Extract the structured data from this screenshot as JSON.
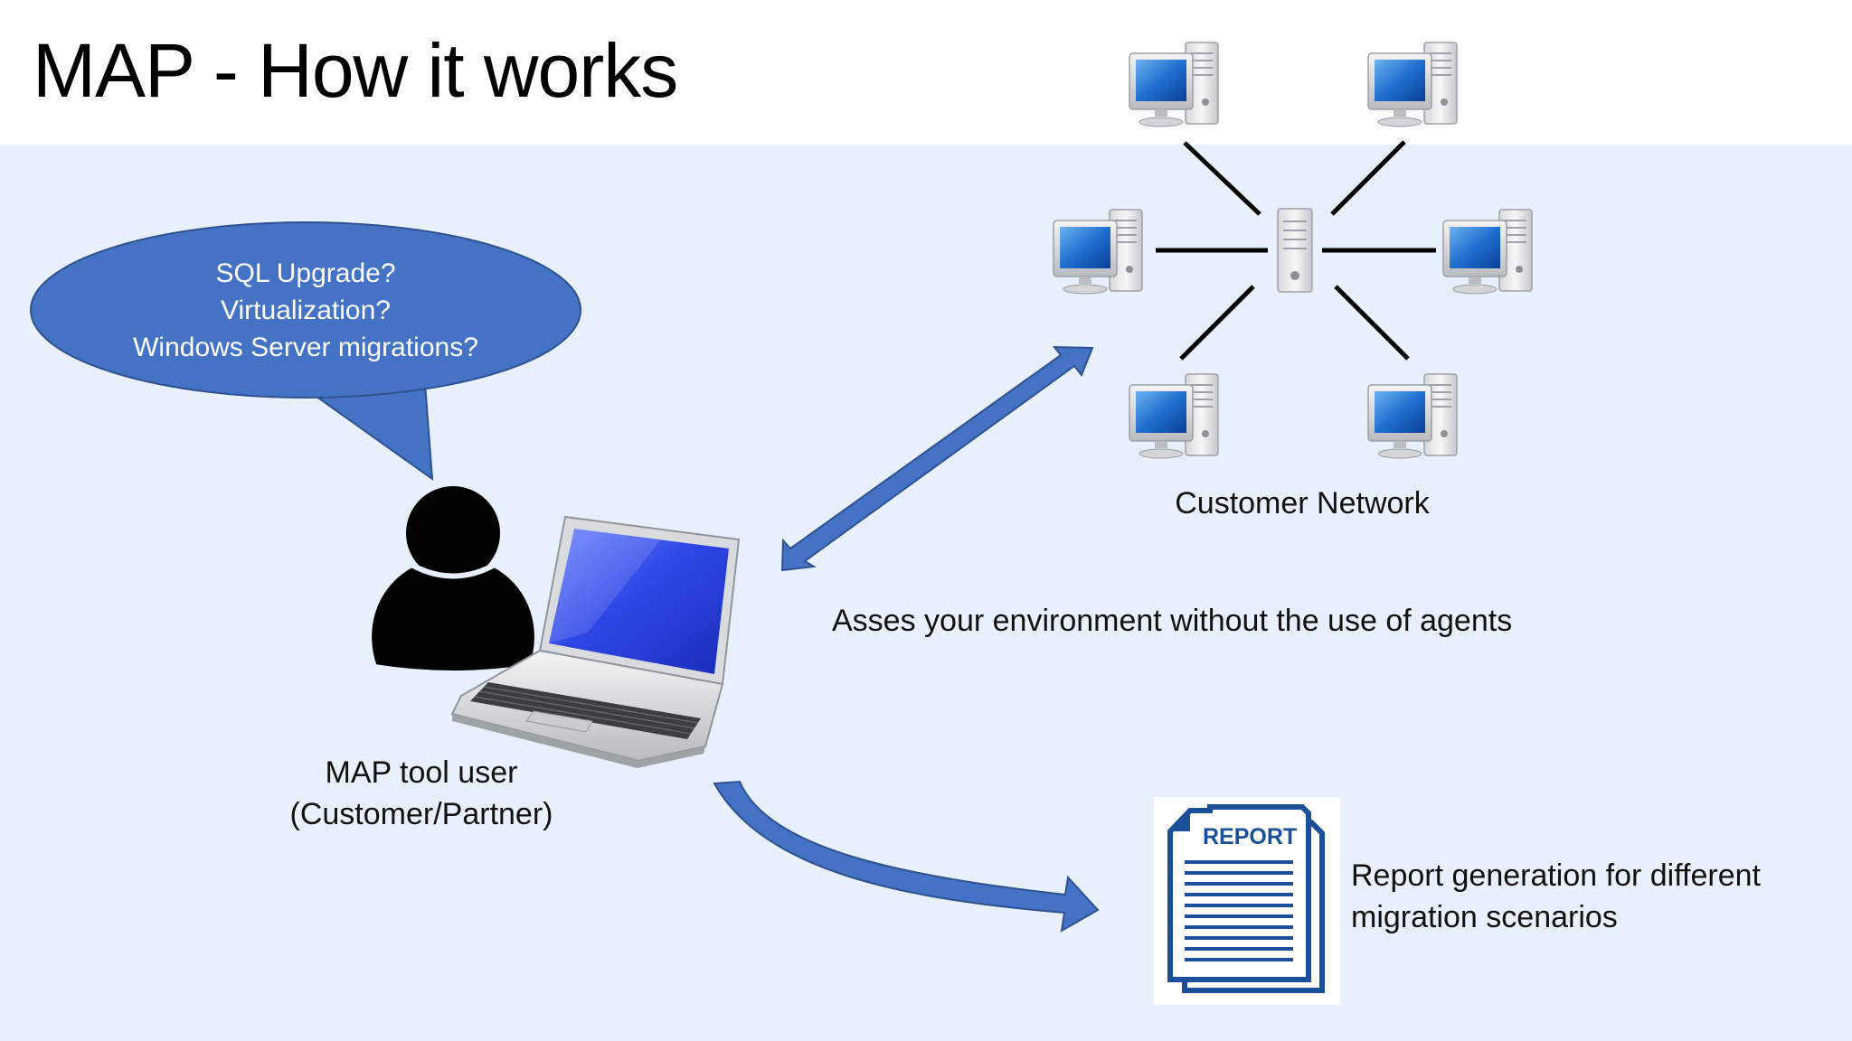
{
  "title": "MAP - How it works",
  "speech_bubble": {
    "lines": [
      "SQL Upgrade?",
      "Virtualization?",
      "Windows Server migrations?"
    ]
  },
  "user": {
    "label_line1": "MAP tool user",
    "label_line2": "(Customer/Partner)"
  },
  "network": {
    "label": "Customer Network",
    "computers": 6
  },
  "assess_text": "Asses your environment without the use of agents",
  "report": {
    "icon_text": "REPORT",
    "label_line1": "Report generation for different",
    "label_line2": "migration scenarios"
  },
  "colors": {
    "accent_blue": "#4472c4",
    "slide_background": "#e8f1fb",
    "header_background": "#ffffff",
    "person": "#000000"
  }
}
